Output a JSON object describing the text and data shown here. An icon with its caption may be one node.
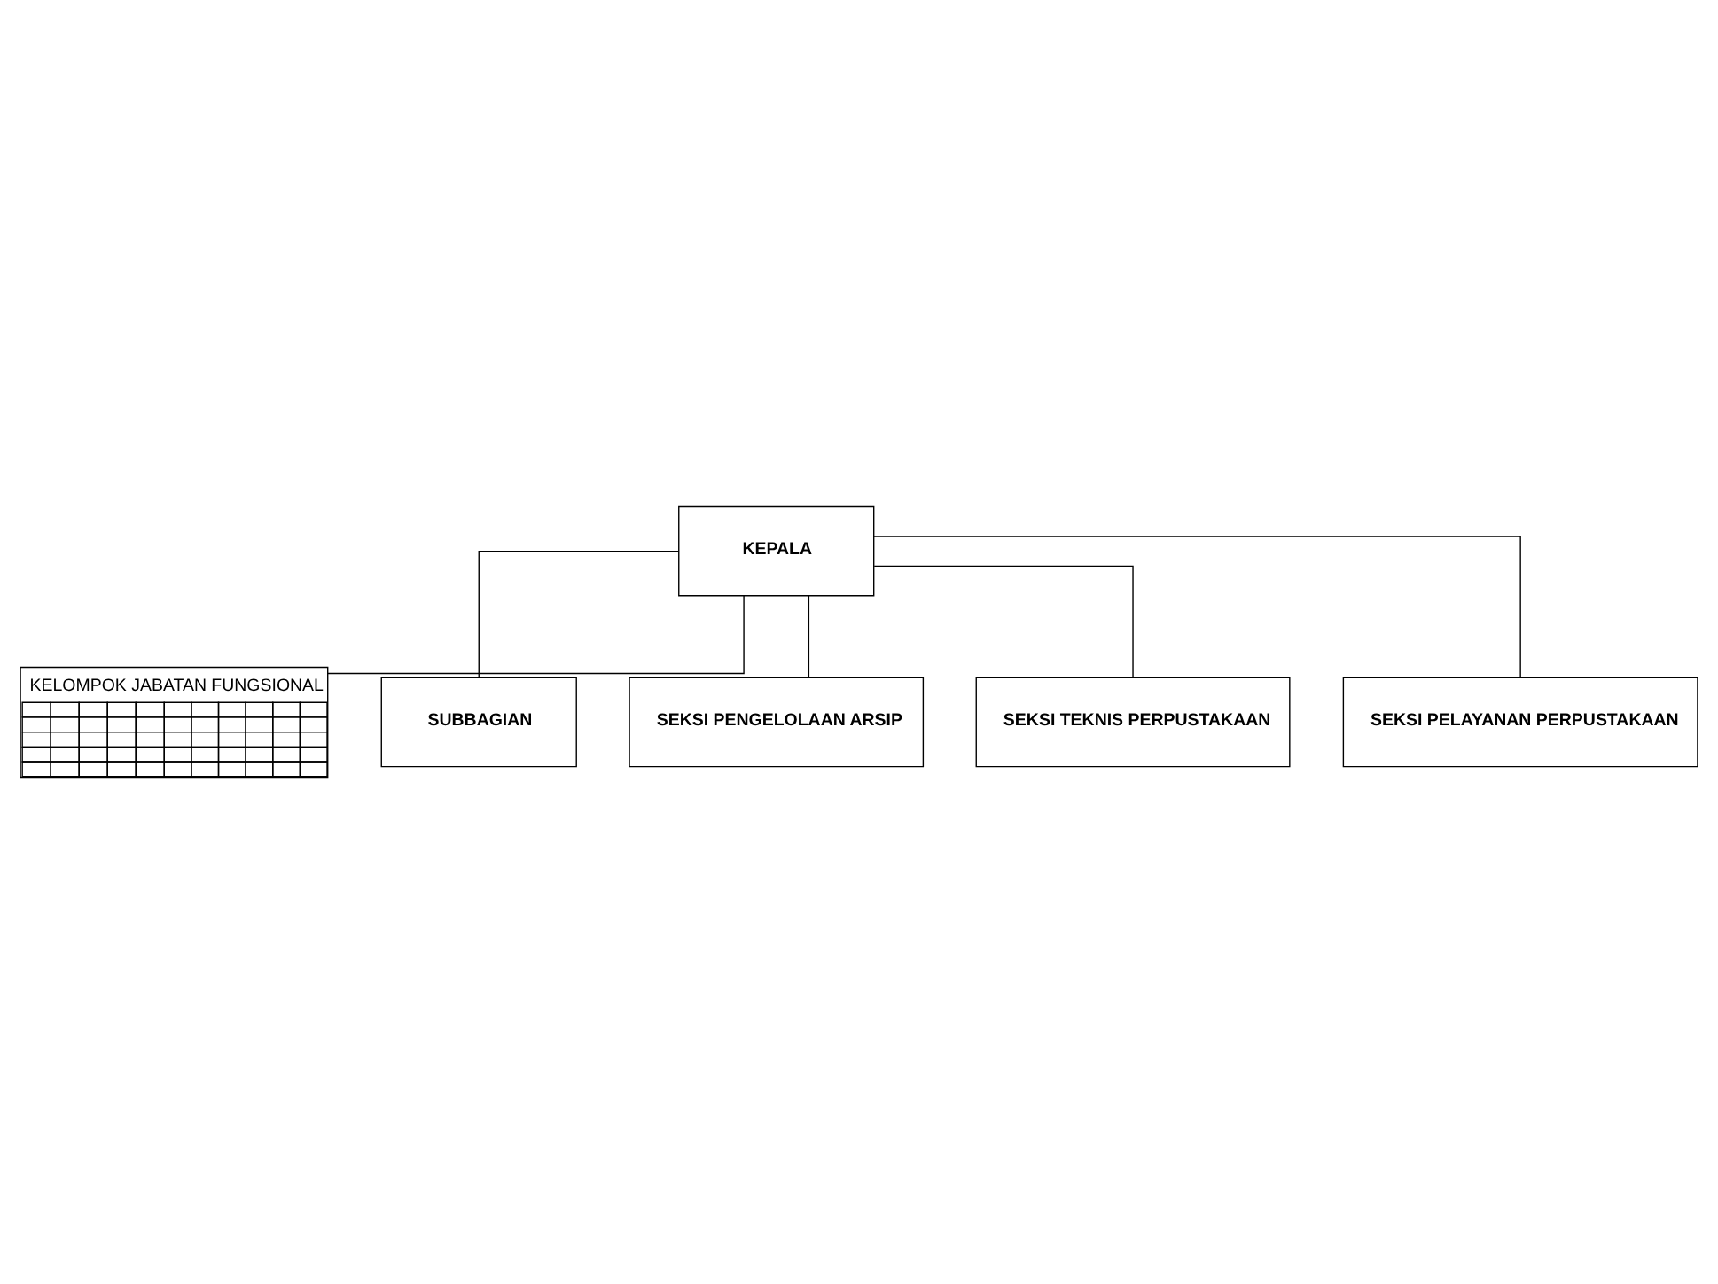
{
  "diagram": {
    "nodes": [
      {
        "text": [
          "KEPALA"
        ]
      },
      {
        "text": [
          "KELOMPOK JABATAN FUNGSIONAL"
        ]
      },
      {
        "text": [
          "SUBBAGIAN"
        ]
      },
      {
        "text": [
          "SEKSI PENGELOLAAN ARSIP"
        ]
      },
      {
        "text": [
          "SEKSI TEKNIS PERPUSTAKAAN"
        ]
      },
      {
        "text": [
          "SEKSI PELAYANAN PERPUSTAKAAN"
        ]
      }
    ],
    "edges": [
      {
        "from": 0,
        "to": 1,
        "arrow": "none"
      },
      {
        "from": 0,
        "to": 2,
        "arrow": "none"
      },
      {
        "from": 0,
        "to": 3,
        "arrow": "none"
      },
      {
        "from": 0,
        "to": 4,
        "arrow": "none"
      },
      {
        "from": 0,
        "to": 5,
        "arrow": "none"
      }
    ]
  }
}
